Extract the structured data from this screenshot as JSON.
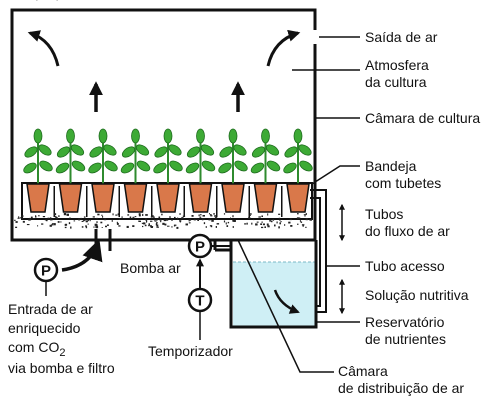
{
  "labels": {
    "saida_ar": "Saída de ar",
    "atmosfera_1": "Atmosfera",
    "atmosfera_2": "da cultura",
    "camara_cultura": "Câmara de cultura",
    "bandeja_1": "Bandeja",
    "bandeja_2": "com tubetes",
    "tubos_1": "Tubos",
    "tubos_2": "do fluxo de ar",
    "tubo_acesso": "Tubo acesso",
    "solucao": "Solução nutritiva",
    "reservatorio_1": "Reservatório",
    "reservatorio_2": "de nutrientes",
    "camara_dist_1": "Câmara",
    "camara_dist_2": "de distribuição de ar",
    "bomba_ar": "Bomba ar",
    "temporizador": "Temporizador",
    "entrada_1": "Entrada de ar",
    "entrada_2": "enriquecido",
    "entrada_3_text": "com CO",
    "entrada_3_sub": "2",
    "entrada_4": "via bomba e filtro"
  },
  "symbols": {
    "pump_1": "P",
    "pump_2": "P",
    "timer": "T"
  },
  "plants": {
    "count": 9
  },
  "colors": {
    "pot": "#D9784A",
    "leaf": "#3DAA35",
    "water": "#CFEFF5",
    "outline": "#111111"
  }
}
